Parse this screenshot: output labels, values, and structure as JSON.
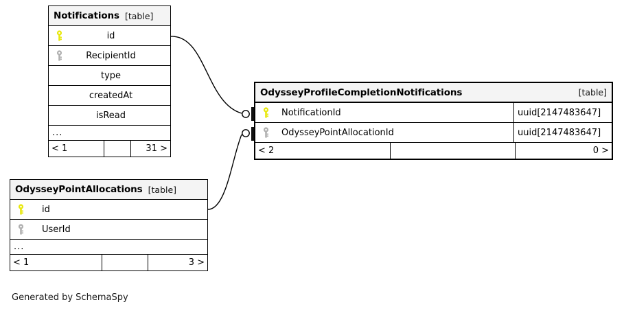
{
  "diagram": {
    "credit": "Generated by SchemaSpy",
    "table_tag": "[table]",
    "ellipsis": "...",
    "colors": {
      "primary_key": "#e8e80c",
      "foreign_key": "#b0b0b0",
      "header_bg": "#f4f4f4",
      "border": "#000000",
      "background": "#ffffff"
    }
  },
  "entities": [
    {
      "id": "notifications",
      "name": "Notifications",
      "tag": "[table]",
      "tag_position": "inline",
      "columns": [
        {
          "name": "id",
          "key": "primary"
        },
        {
          "name": "RecipientId",
          "key": "foreign"
        },
        {
          "name": "type",
          "key": "none"
        },
        {
          "name": "createdAt",
          "key": "none"
        },
        {
          "name": "isRead",
          "key": "none"
        }
      ],
      "has_ellipsis": true,
      "footer": {
        "left": "< 1",
        "middle": "",
        "right": "31 >"
      }
    },
    {
      "id": "odysseyprofilecompletionnotifications",
      "name": "OdysseyProfileCompletionNotifications",
      "tag": "[table]",
      "tag_position": "right",
      "columns": [
        {
          "name": "NotificationId",
          "key": "primary",
          "type": "uuid[2147483647]"
        },
        {
          "name": "OdysseyPointAllocationId",
          "key": "foreign",
          "type": "uuid[2147483647]"
        }
      ],
      "has_ellipsis": false,
      "footer": {
        "left": "< 2",
        "middle": "",
        "right": "0 >"
      }
    },
    {
      "id": "odysseypointallocations",
      "name": "OdysseyPointAllocations",
      "tag": "[table]",
      "tag_position": "inline",
      "columns": [
        {
          "name": "id",
          "key": "primary"
        },
        {
          "name": "UserId",
          "key": "foreign"
        }
      ],
      "has_ellipsis": true,
      "footer": {
        "left": "< 1",
        "middle": "",
        "right": "3 >"
      }
    }
  ],
  "relationships": [
    {
      "from": "notifications.id",
      "to": "odysseyprofilecompletionnotifications.NotificationId",
      "cardinality": "zero-or-one"
    },
    {
      "from": "odysseypointallocations.id",
      "to": "odysseyprofilecompletionnotifications.OdysseyPointAllocationId",
      "cardinality": "zero-or-one"
    }
  ]
}
